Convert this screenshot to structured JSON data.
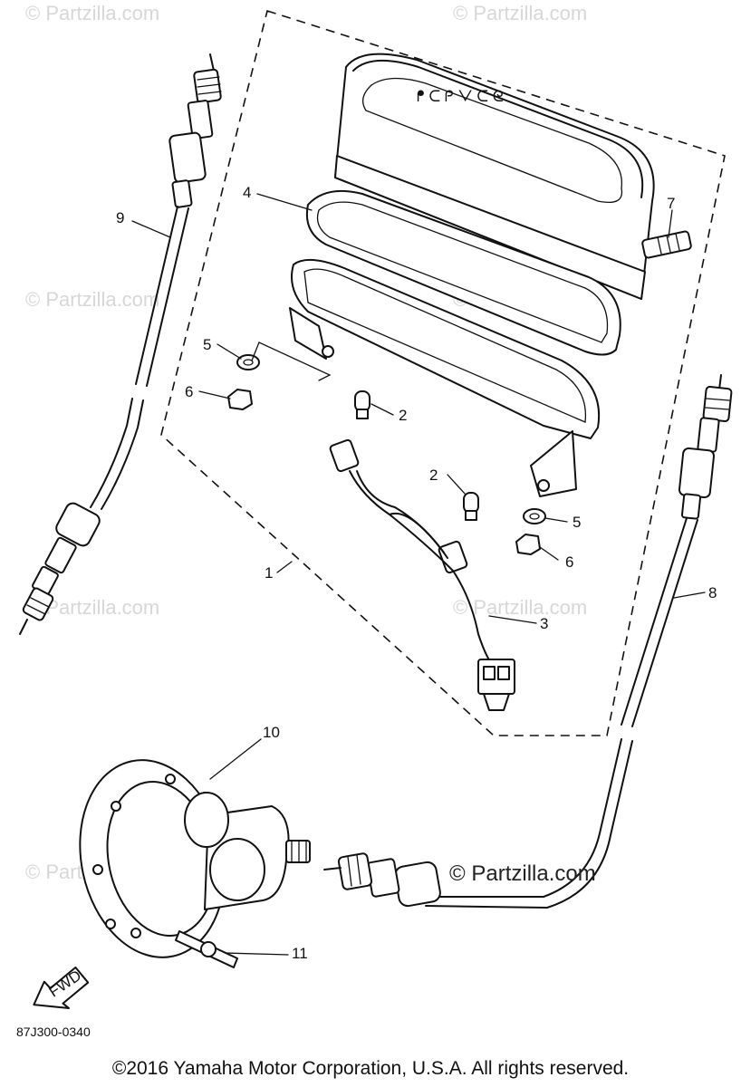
{
  "watermarks": {
    "main": "© Partzilla.com",
    "faint": "© Partzilla.com"
  },
  "callouts": [
    "1",
    "2",
    "2",
    "3",
    "4",
    "5",
    "5",
    "6",
    "6",
    "7",
    "8",
    "9",
    "10",
    "11"
  ],
  "fwd_label": "FWD",
  "drawing_code": "87J300-0340",
  "copyright": "©2016 Yamaha Motor Corporation, U.S.A. All rights reserved."
}
